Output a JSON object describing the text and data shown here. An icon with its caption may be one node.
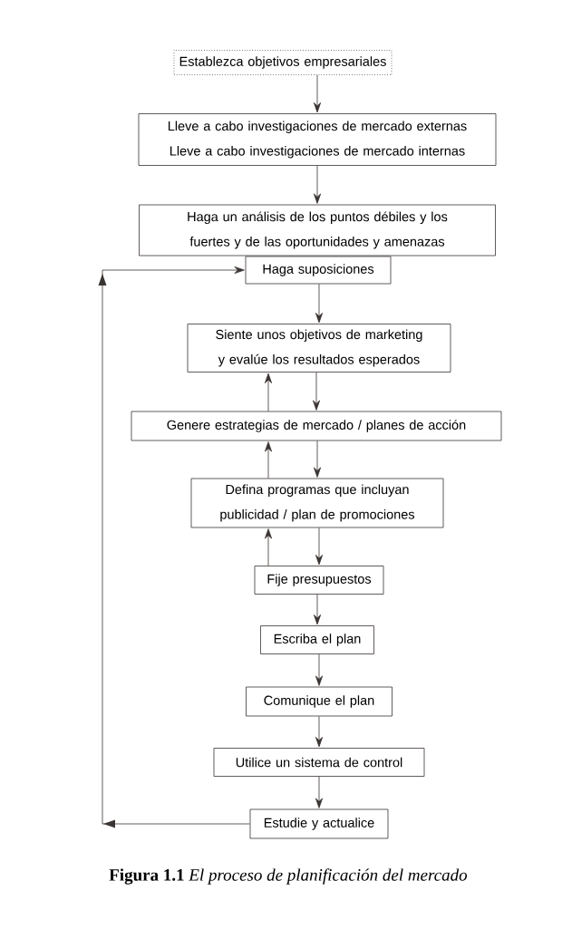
{
  "diagram": {
    "caption": "**Figura 1.1** *El proceso de planificación del mercado*",
    "nodes": [
      {
        "text": [
          "Establezca objetivos empresariales"
        ]
      },
      {
        "text": [
          "Lleve a cabo investigaciones de mercado externas Lleve a cabo investigaciones de mercado internas"
        ]
      },
      {
        "text": [
          "Haga un análisis de los puntos débiles y los fuertes y de las oportunidades y amenazas"
        ]
      },
      {
        "text": [
          "Haga suposiciones"
        ]
      },
      {
        "text": [
          "Siente unos objetivos de marketing y evalúe los resultados esperados"
        ]
      },
      {
        "text": [
          "Genere estrategias de mercado / planes de acción"
        ]
      },
      {
        "text": [
          "Defina programas que incluyan publicidad / plan de promociones"
        ]
      },
      {
        "text": [
          "Fije presupuestos"
        ]
      },
      {
        "text": [
          "Escriba el plan"
        ]
      },
      {
        "text": [
          "Comunique el plan"
        ]
      },
      {
        "text": [
          "Utilice un sistema de control"
        ]
      },
      {
        "text": [
          "Estudie y actualice"
        ]
      }
    ],
    "edges": [
      {
        "from": 0,
        "to": 1,
        "arrow": "to"
      },
      {
        "from": 1,
        "to": 2,
        "arrow": "to"
      },
      {
        "from": 3,
        "to": 4,
        "arrow": "to"
      },
      {
        "from": 4,
        "to": 5,
        "arrow": "to"
      },
      {
        "from": 5,
        "to": 4,
        "arrow": "to"
      },
      {
        "from": 5,
        "to": 6,
        "arrow": "to"
      },
      {
        "from": 6,
        "to": 5,
        "arrow": "to"
      },
      {
        "from": 6,
        "to": 7,
        "arrow": "to"
      },
      {
        "from": 7,
        "to": 6,
        "arrow": "to"
      },
      {
        "from": 7,
        "to": 8,
        "arrow": "to"
      },
      {
        "from": 8,
        "to": 9,
        "arrow": "to"
      },
      {
        "from": 9,
        "to": 10,
        "arrow": "to"
      },
      {
        "from": 10,
        "to": 11,
        "arrow": "to"
      },
      {
        "from": 11,
        "to": 3,
        "arrow": "to"
      }
    ]
  }
}
